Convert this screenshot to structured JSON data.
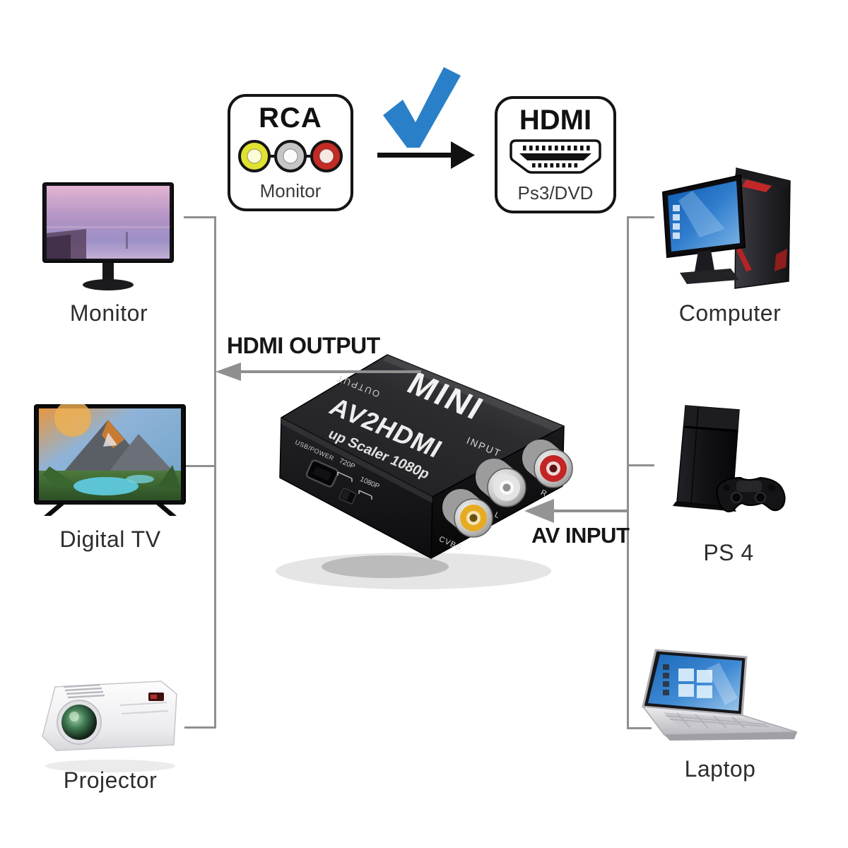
{
  "header": {
    "rca_card": {
      "title": "RCA",
      "caption": "Monitor",
      "connector_colors": [
        "#e2e232",
        "#c6c6c6",
        "#c32b24"
      ]
    },
    "checkmark_color": "#2a80c8",
    "hdmi_card": {
      "title": "HDMI",
      "caption": "Ps3/DVD"
    }
  },
  "annotations": {
    "hdmi_output": "HDMI OUTPUT",
    "av_input": "AV INPUT"
  },
  "converter": {
    "logo": "MINI",
    "model": "AV2HDMI",
    "subtitle": "up Scaler 1080p",
    "labels": {
      "output": "OUTPUT",
      "input": "INPUT",
      "usb_power": "USB/POWER",
      "res_720": "720P",
      "res_1080": "1080P",
      "cvbs": "CVBS",
      "left_ch": "L",
      "right_ch": "R"
    },
    "jack_colors": [
      "#e7ab22",
      "#e2e2e2",
      "#c32424"
    ],
    "body_color": "#1d1d20"
  },
  "devices": {
    "left": [
      {
        "name": "Monitor"
      },
      {
        "name": "Digital TV"
      },
      {
        "name": "Projector"
      }
    ],
    "right": [
      {
        "name": "Computer"
      },
      {
        "name": "PS 4"
      },
      {
        "name": "Laptop"
      }
    ]
  },
  "colors": {
    "connection_line": "#8f8f8f",
    "arrow_gray": "#949494",
    "arrow_black": "#111111"
  }
}
